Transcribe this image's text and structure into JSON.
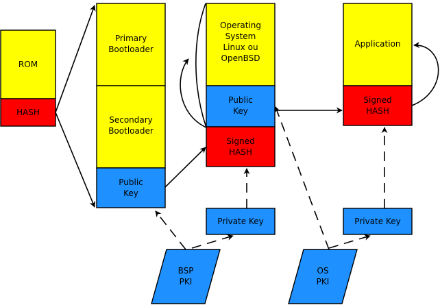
{
  "colors": {
    "yellow": "#ffff00",
    "red": "#ff0000",
    "blue": "#1e90ff",
    "line": "#000000"
  },
  "blocks": {
    "rom": [
      "ROM"
    ],
    "rom_hash": [
      "HASH"
    ],
    "primary_bootloader": [
      "Primary",
      "Bootloader"
    ],
    "secondary_bootloader": [
      "Secondary",
      "Bootloader"
    ],
    "bootloader_public_key": [
      "Public",
      "Key"
    ],
    "operating_system": [
      "Operating",
      "System",
      "Linux ou",
      "OpenBSD"
    ],
    "os_public_key": [
      "Public",
      "Key"
    ],
    "os_signed_hash": [
      "Signed",
      "HASH"
    ],
    "application": [
      "Application"
    ],
    "app_signed_hash": [
      "Signed",
      "HASH"
    ],
    "bsp_private_key": [
      "Private Key"
    ],
    "os_private_key": [
      "Private Key"
    ],
    "bsp_pki": [
      "BSP",
      "PKI"
    ],
    "os_pki": [
      "OS",
      "PKI"
    ]
  }
}
